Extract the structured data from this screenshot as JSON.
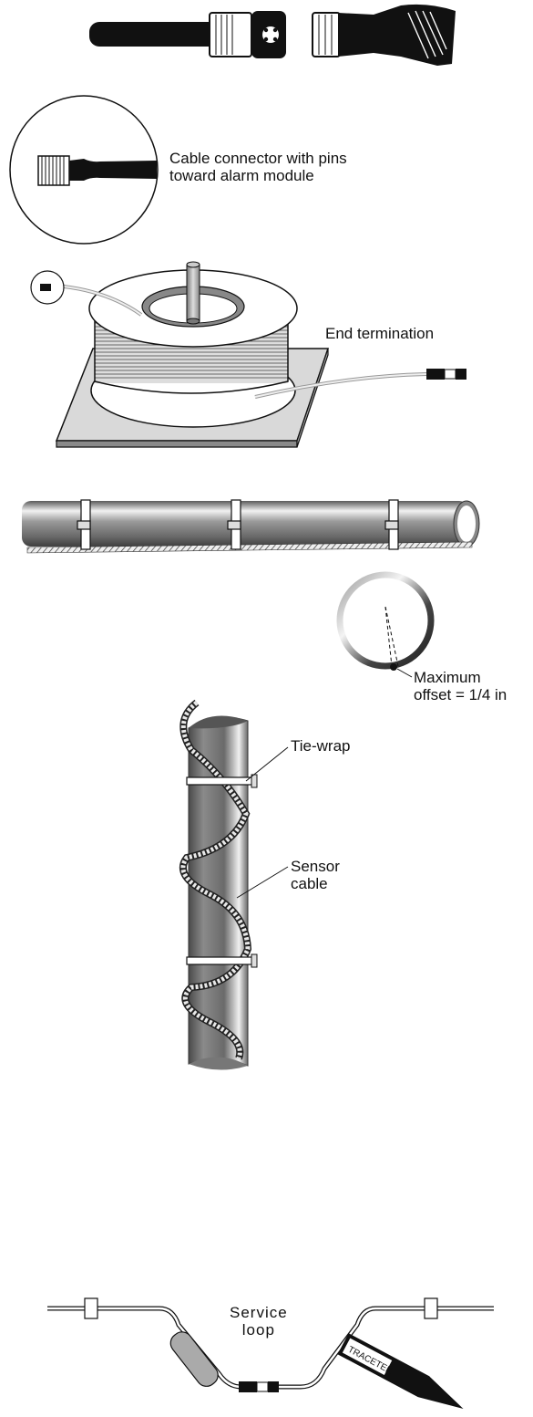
{
  "labels": {
    "connector": "Cable connector with pins\ntoward alarm module",
    "end_termination": "End termination",
    "max_offset": "Maximum\noffset = 1/4 in",
    "tie_wrap": "Tie-wrap",
    "sensor_cable": "Sensor\ncable",
    "service_loop": "Service\nloop",
    "brand": "TRACETEK"
  }
}
